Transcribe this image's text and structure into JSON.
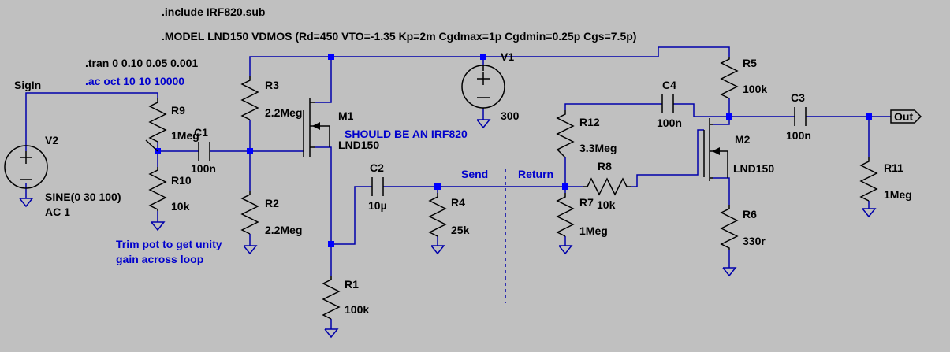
{
  "directives": {
    "include": ".include IRF820.sub",
    "model": ".MODEL LND150 VDMOS (Rd=450 VTO=-1.35 Kp=2m Cgdmax=1p Cgdmin=0.25p Cgs=7.5p)",
    "tran": ".tran 0 0.10 0.05 0.001",
    "ac": ".ac oct 10 10 10000"
  },
  "nets": {
    "sigin": "SigIn",
    "out": "Out",
    "send": "Send",
    "return": "Return"
  },
  "notes": {
    "irf820": "SHOULD BE AN IRF820",
    "trim_line1": "Trim pot to get unity",
    "trim_line2": "gain across loop"
  },
  "components": {
    "V1": {
      "name": "V1",
      "value": "300"
    },
    "V2": {
      "name": "V2",
      "value": "SINE(0 30 100)",
      "value2": "AC 1"
    },
    "R1": {
      "name": "R1",
      "value": "100k"
    },
    "R2": {
      "name": "R2",
      "value": "2.2Meg"
    },
    "R3": {
      "name": "R3",
      "value": "2.2Meg"
    },
    "R4": {
      "name": "R4",
      "value": "25k"
    },
    "R5": {
      "name": "R5",
      "value": "100k"
    },
    "R6": {
      "name": "R6",
      "value": "330r"
    },
    "R7": {
      "name": "R7",
      "value": "1Meg"
    },
    "R8": {
      "name": "R8",
      "value": "10k"
    },
    "R9": {
      "name": "R9",
      "value": "1Meg"
    },
    "R10": {
      "name": "R10",
      "value": "10k"
    },
    "R11": {
      "name": "R11",
      "value": "1Meg"
    },
    "R12": {
      "name": "R12",
      "value": "3.3Meg"
    },
    "C1": {
      "name": "C1",
      "value": "100n"
    },
    "C2": {
      "name": "C2",
      "value": "10µ"
    },
    "C3": {
      "name": "C3",
      "value": "100n"
    },
    "C4": {
      "name": "C4",
      "value": "100n"
    },
    "M1": {
      "name": "M1",
      "value": "LND150"
    },
    "M2": {
      "name": "M2",
      "value": "LND150"
    }
  },
  "colors": {
    "wire": "#0000aa",
    "node": "#0000ff",
    "component": "#000000",
    "background": "#c0c0c0",
    "note": "#0000cc"
  }
}
